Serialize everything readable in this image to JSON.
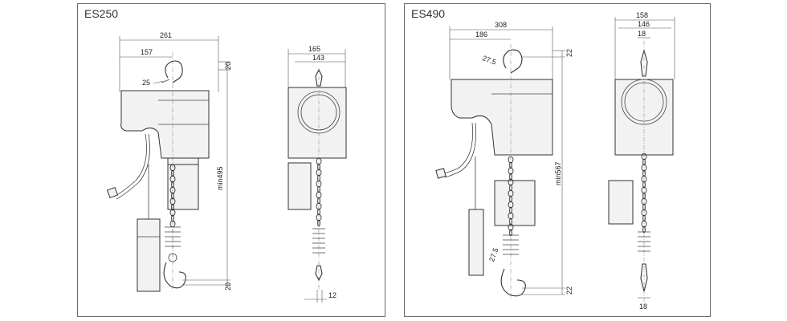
{
  "es250": {
    "model": "ES250",
    "side": {
      "width": "261",
      "hook_offset": "157",
      "hook_throat": "25",
      "top_clearance": "20",
      "headroom": "min495",
      "bottom_clearance": "20"
    },
    "front": {
      "overall_width": "165",
      "body_width": "143",
      "hook_width": "12"
    }
  },
  "es490": {
    "model": "ES490",
    "side": {
      "width": "308",
      "hook_offset": "186",
      "upper_hook_throat": "27.5",
      "lower_hook_throat": "27.5",
      "top_clearance": "22",
      "headroom": "min567",
      "bottom_clearance": "22"
    },
    "front": {
      "overall_width": "158",
      "body_width": "146",
      "upper_hook_width": "18",
      "lower_hook_width": "18"
    }
  }
}
